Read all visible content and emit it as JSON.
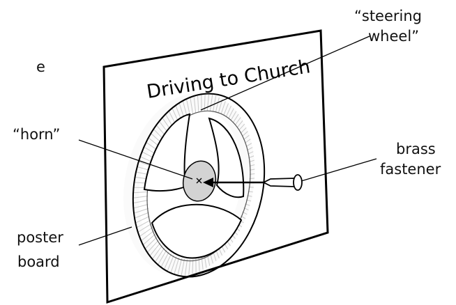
{
  "poster": {
    "title": "Driving to Church"
  },
  "labels": {
    "steering_wheel": [
      "“steering",
      "wheel”"
    ],
    "horn": "“horn”",
    "brass_fastener": [
      "brass",
      "fastener"
    ],
    "poster_board": [
      "poster",
      "board"
    ],
    "partial_left": "e"
  }
}
